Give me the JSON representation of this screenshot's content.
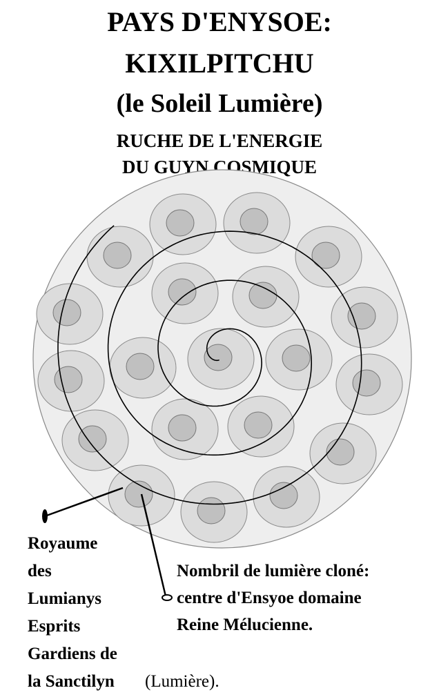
{
  "title": {
    "line1": "PAYS D'ENYSOE:",
    "line2": "KIXILPITCHU",
    "line3": "(le Soleil Lumière)",
    "line4": "RUCHE DE L'ENERGIE",
    "line5": "DU GUYN COSMIQUE"
  },
  "labels": {
    "left": [
      "Royaume",
      "des",
      "Lumianys",
      "Esprits",
      "Gardiens de",
      "la Sanctilyn"
    ],
    "left_suffix": "(Lumière).",
    "right": [
      "Nombril de lumière cloné:",
      "centre d'Ensyoe domaine",
      "Reine Mélucienne."
    ]
  },
  "colors": {
    "outer_disk": "#eeeeee",
    "cell_outer": "#dcdcdc",
    "cell_inner": "#c0c0c0",
    "stroke": "#000000"
  }
}
